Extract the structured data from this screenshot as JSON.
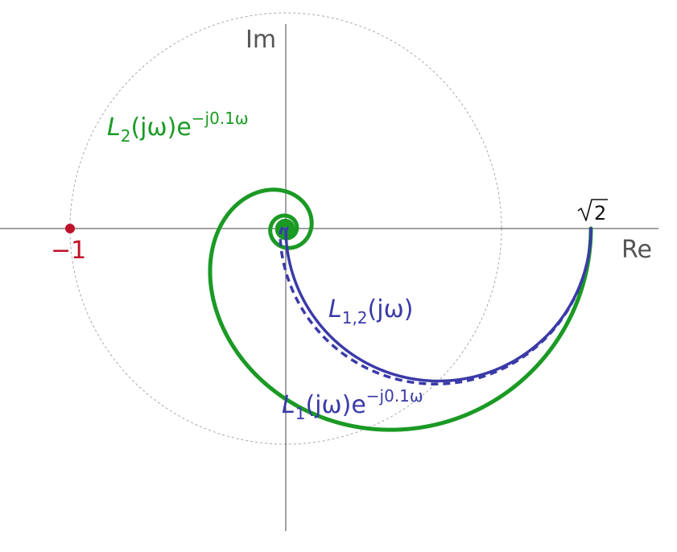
{
  "axes": {
    "x_label": "Re",
    "y_label": "Im"
  },
  "markers": {
    "critical_point": {
      "label": "−1",
      "re": -1,
      "im": 0,
      "color": "#c0112a"
    },
    "start_point": {
      "label_root": "2",
      "re": 1.41421356,
      "im": 0,
      "color": "#111111"
    }
  },
  "unit_circle": {
    "radius": 1,
    "color": "#aaaaaa"
  },
  "curves": {
    "l2": {
      "label_main": "L",
      "label_sub": "2",
      "label_arg": "(jω)e",
      "label_sup": "−j0.1ω",
      "color": "#1a9a24"
    },
    "l1": {
      "label_main": "L",
      "label_sub": "1",
      "label_arg": "(jω)e",
      "label_sup": "−j0.1ω",
      "color": "#3a3aa8"
    },
    "l12": {
      "label_main": "L",
      "label_sub": "1,2",
      "label_arg": "(jω)",
      "color": "#3a3aa8"
    }
  }
}
